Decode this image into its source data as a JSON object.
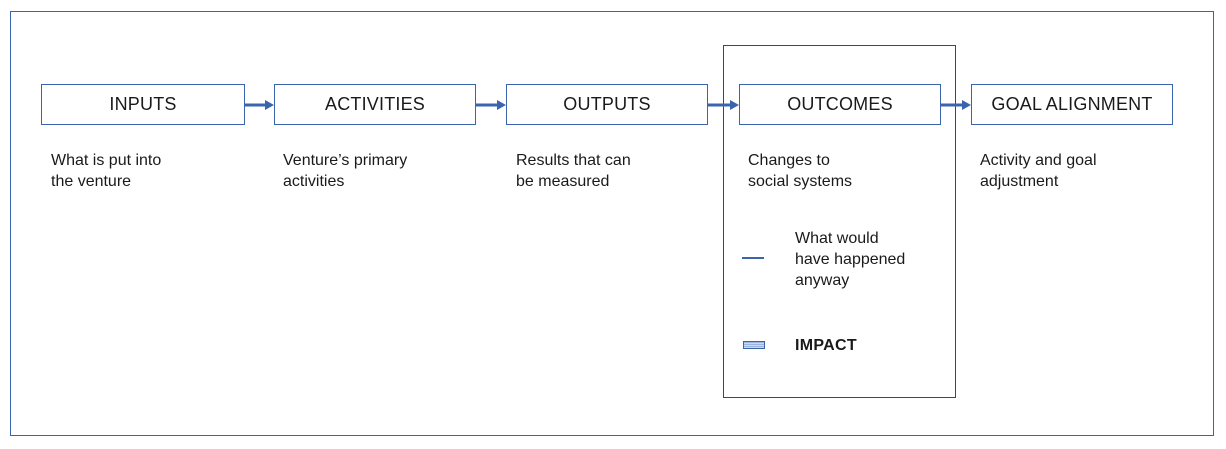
{
  "steps": [
    {
      "label": "INPUTS",
      "description_line1": "What is put into",
      "description_line2": "the venture"
    },
    {
      "label": "ACTIVITIES",
      "description_line1": "Venture’s primary",
      "description_line2": "activities"
    },
    {
      "label": "OUTPUTS",
      "description_line1": "Results that can",
      "description_line2": "be measured"
    },
    {
      "label": "OUTCOMES",
      "description_line1": "Changes to",
      "description_line2": "social systems"
    },
    {
      "label": "GOAL ALIGNMENT",
      "description_line1": "Activity and goal",
      "description_line2": "adjustment"
    }
  ],
  "legend": {
    "line_label_1": "What would",
    "line_label_2": "have happened",
    "line_label_3": "anyway",
    "box_label": "IMPACT"
  },
  "colors": {
    "accent": "#3a64ad",
    "panel_border": "#2b4a78",
    "text": "#1a1a1a"
  }
}
